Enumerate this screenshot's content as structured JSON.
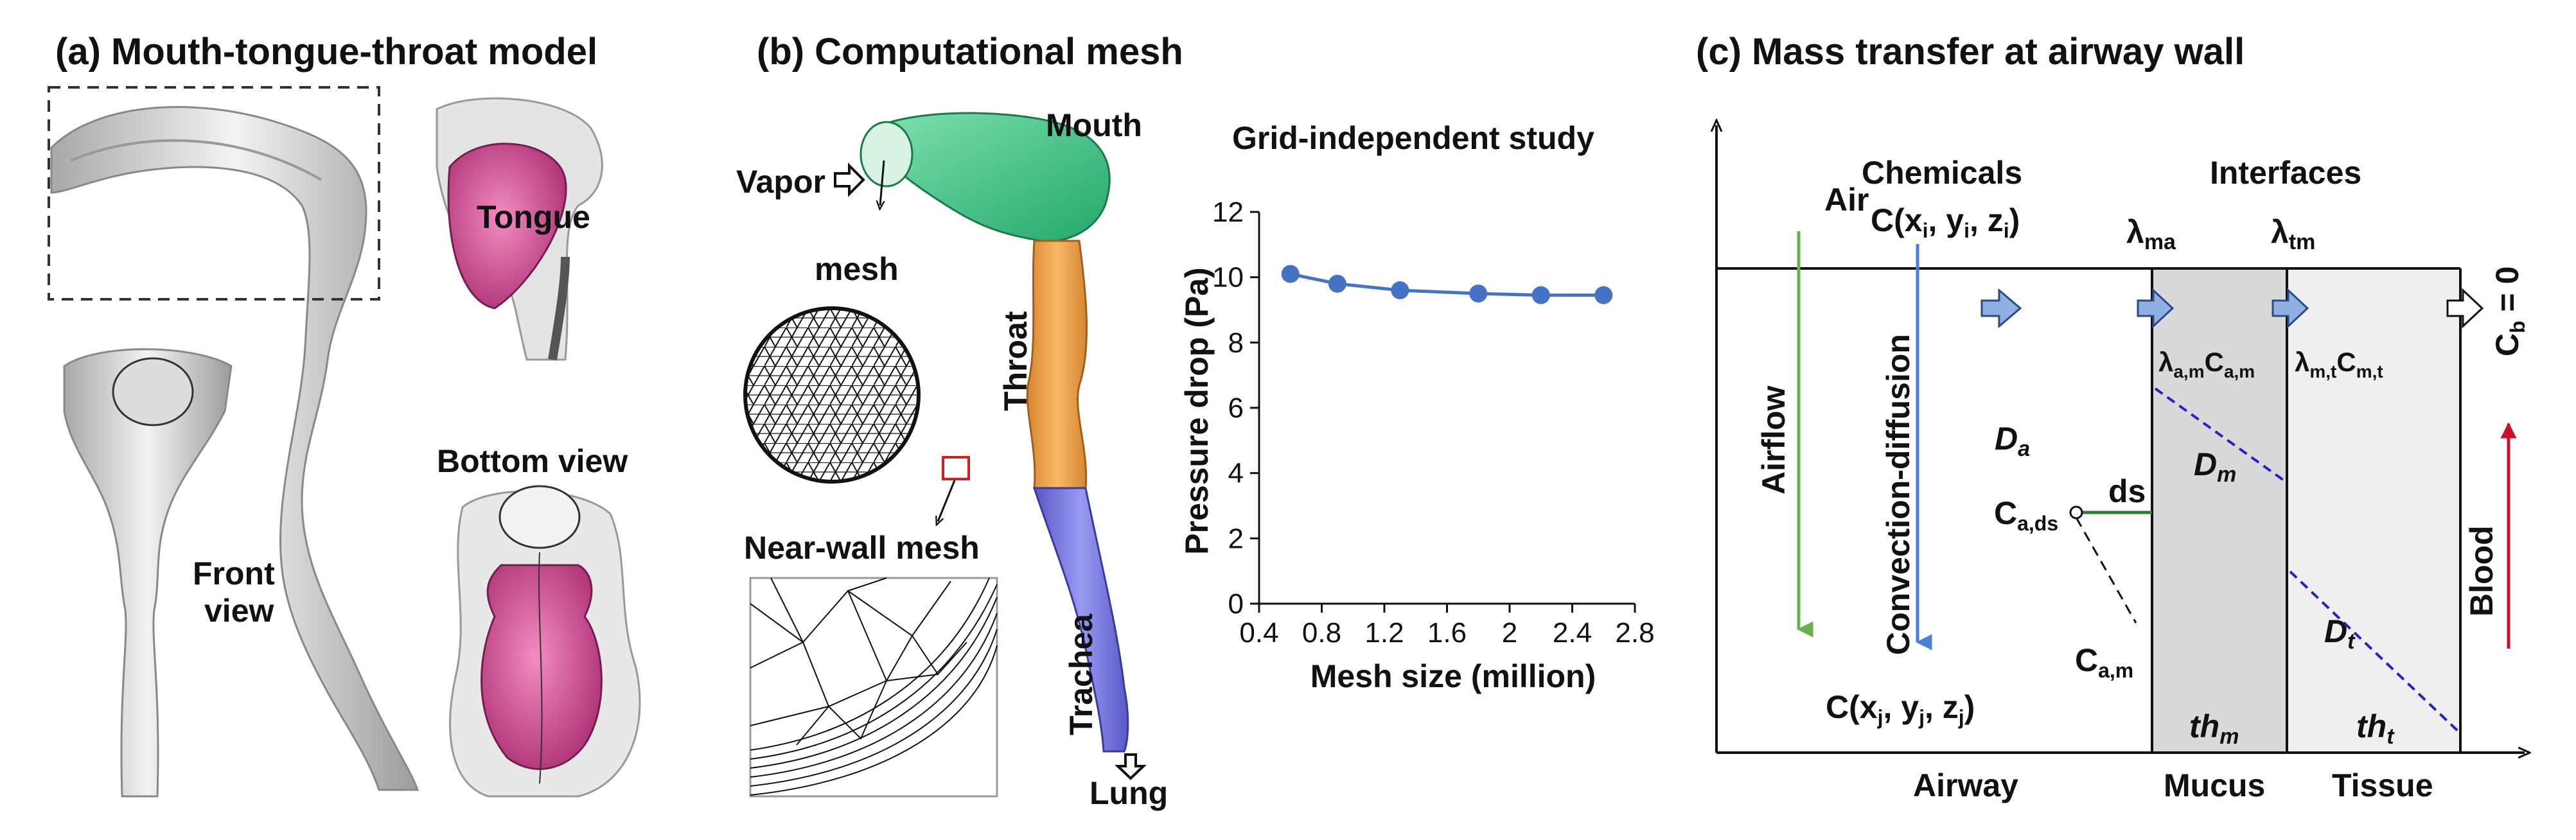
{
  "panels": {
    "a": {
      "title": "(a) Mouth-tongue-throat model",
      "labels": {
        "tongue": "Tongue",
        "bottom_view": "Bottom view",
        "front": "Front",
        "view": "view"
      }
    },
    "b": {
      "title": "(b) Computational mesh",
      "labels": {
        "mouth": "Mouth",
        "vapor": "Vapor",
        "mesh": "mesh",
        "throat": "Throat",
        "near_wall_mesh": "Near-wall mesh",
        "trachea": "Trachea",
        "lung": "Lung"
      }
    },
    "c": {
      "title": "(c) Mass transfer at airway wall",
      "labels": {
        "air": "Air",
        "airflow": "Airflow",
        "chemicals": "Chemicals",
        "c_in": "C(x",
        "c_in_i": "i",
        "c_in_y": ", y",
        "c_in_zi": ", z",
        "c_in_close": ")",
        "convection": "Convection-diffusion",
        "interfaces": "Interfaces",
        "lambda_ma": "λ",
        "lambda_ma_sub": "ma",
        "lambda_tm": "λ",
        "lambda_tm_sub": "tm",
        "flux_am": "λ",
        "flux_am_sub1": "a,m",
        "flux_am_c": "C",
        "flux_am_sub2": "a,m",
        "flux_mt": "λ",
        "flux_mt_sub1": "m,t",
        "flux_mt_c": "C",
        "flux_mt_sub2": "m,t",
        "cb": "C",
        "cb_sub": "b",
        "cb_eq": " = 0",
        "da": "D",
        "da_sub": "a",
        "dm": "D",
        "dm_sub": "m",
        "dt": "D",
        "dt_sub": "t",
        "ds": "ds",
        "cads": "C",
        "cads_sub": "a,ds",
        "cam": "C",
        "cam_sub": "a,m",
        "c_out": "C(x",
        "c_out_j": "j",
        "c_out_y": ", y",
        "c_out_z": ", z",
        "c_out_close": ")",
        "thm": "th",
        "thm_sub": "m",
        "tht": "th",
        "tht_sub": "t",
        "blood": "Blood",
        "airway": "Airway",
        "mucus": "Mucus",
        "tissue": "Tissue"
      }
    }
  },
  "chart_data": {
    "type": "line",
    "title": "Grid-independent study",
    "xlabel": "Mesh size (million)",
    "ylabel": "Pressure drop (Pa)",
    "xlim": [
      0.4,
      2.8
    ],
    "ylim": [
      0,
      12
    ],
    "xticks": [
      "0.4",
      "0.8",
      "1.2",
      "1.6",
      "2",
      "2.4",
      "2.8"
    ],
    "yticks": [
      "0",
      "2",
      "4",
      "6",
      "8",
      "10",
      "12"
    ],
    "grid": false,
    "series": [
      {
        "color": "#4472c4",
        "x": [
          0.6,
          0.9,
          1.3,
          1.8,
          2.2,
          2.6
        ],
        "y": [
          10.1,
          9.8,
          9.6,
          9.5,
          9.45,
          9.45
        ]
      }
    ]
  },
  "colors": {
    "mouth": "#3cc887",
    "throat": "#f0a048",
    "trachea": "#7878e8",
    "tongue": "#d64b94",
    "line": "#4472c4",
    "arrow_blue": "#8fb0e0",
    "green_arrow": "#6ab04c",
    "blue_arrow": "#4a7fd4",
    "red_arrow": "#c8102e",
    "mucus": "#d9d9d9",
    "tissue": "#efefef"
  },
  "icons": [
    "right-arrow-icon",
    "down-arrow-icon",
    "up-arrow-icon"
  ]
}
